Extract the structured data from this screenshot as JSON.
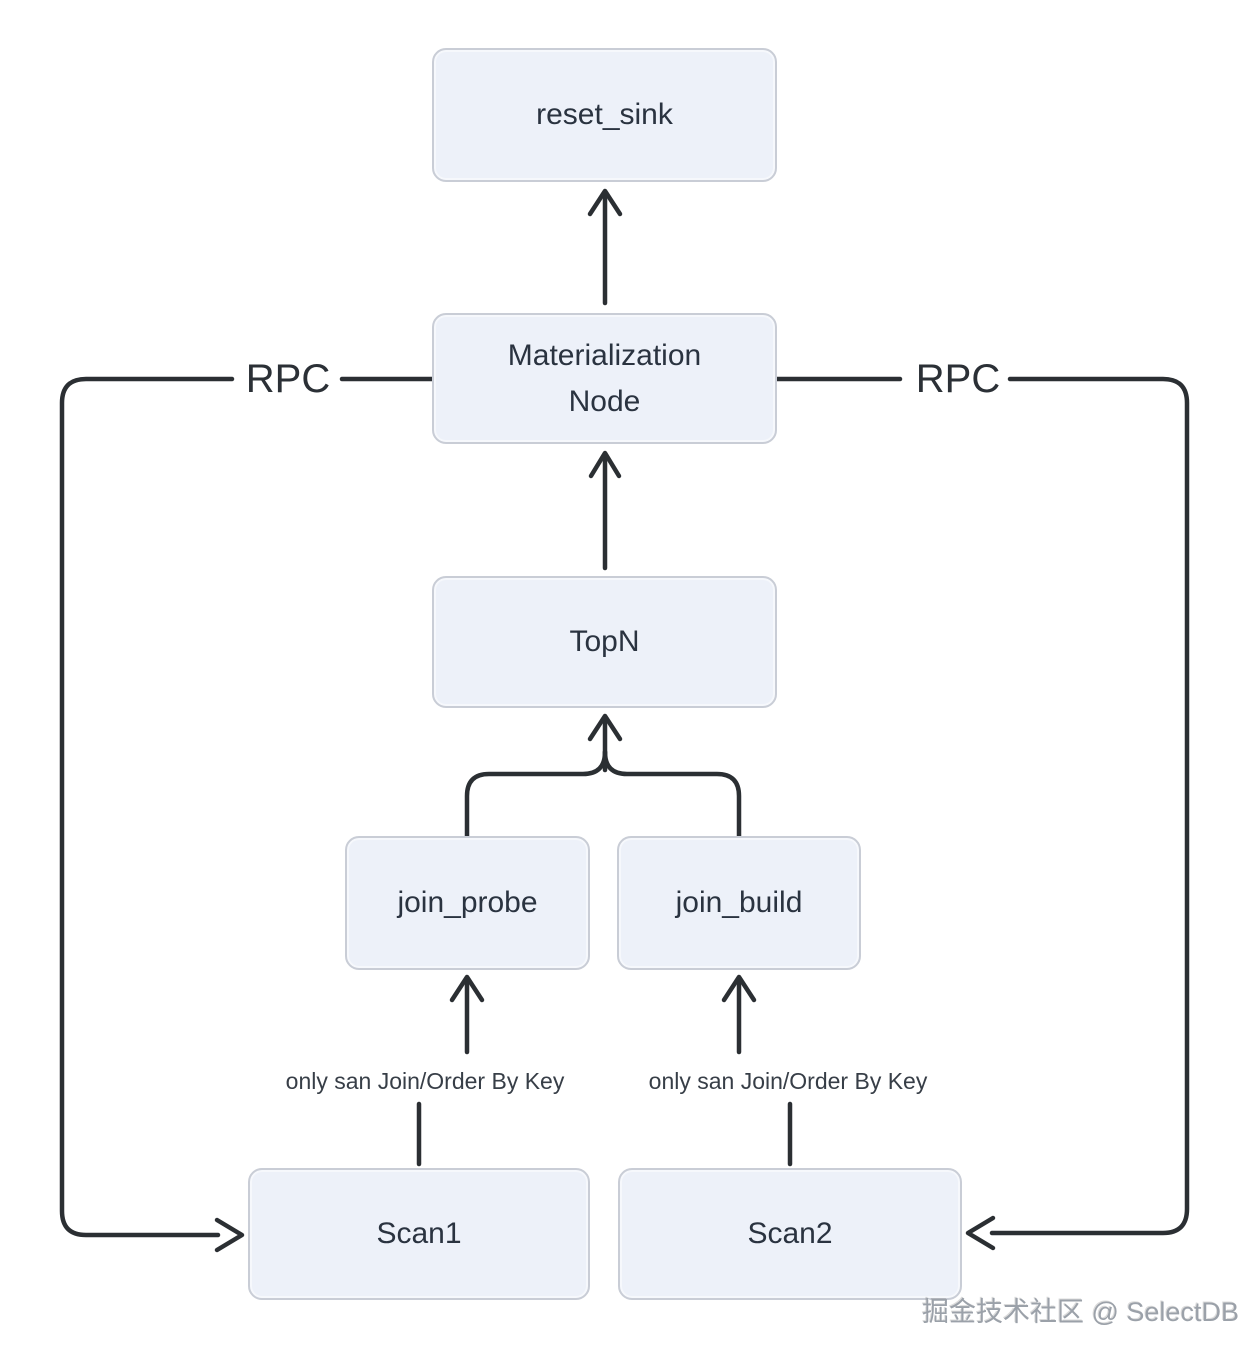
{
  "diagram": {
    "nodes": {
      "reset_sink": {
        "label": "reset_sink"
      },
      "materialization": {
        "label": "Materialization Node"
      },
      "topn": {
        "label": "TopN"
      },
      "join_probe": {
        "label": "join_probe"
      },
      "join_build": {
        "label": "join_build"
      },
      "scan1": {
        "label": "Scan1"
      },
      "scan2": {
        "label": "Scan2"
      }
    },
    "edge_labels": {
      "rpc_left": "RPC",
      "rpc_right": "RPC",
      "note_left": "only san Join/Order By Key",
      "note_right": "only san Join/Order By Key"
    },
    "edges": [
      {
        "from": "materialization",
        "to": "reset_sink",
        "type": "arrow"
      },
      {
        "from": "topn",
        "to": "materialization",
        "type": "arrow"
      },
      {
        "from": "join_probe",
        "to": "topn",
        "type": "merge-arrow"
      },
      {
        "from": "join_build",
        "to": "topn",
        "type": "merge-arrow"
      },
      {
        "from": "scan1",
        "to": "join_probe",
        "type": "arrow",
        "label": "only san Join/Order By Key"
      },
      {
        "from": "scan2",
        "to": "join_build",
        "type": "arrow",
        "label": "only san Join/Order By Key"
      },
      {
        "from": "materialization",
        "to": "scan1",
        "type": "rpc",
        "label": "RPC"
      },
      {
        "from": "materialization",
        "to": "scan2",
        "type": "rpc",
        "label": "RPC"
      }
    ],
    "colors": {
      "node_fill": "#edf1f9",
      "node_border": "#c9cdd6",
      "node_text": "#2a3340",
      "line": "#2b2f33",
      "note_text": "#373e47",
      "watermark_text": "#9ba1a9",
      "background": "#ffffff"
    }
  },
  "watermark": {
    "text": "掘金技术社区 @ SelectDB"
  }
}
